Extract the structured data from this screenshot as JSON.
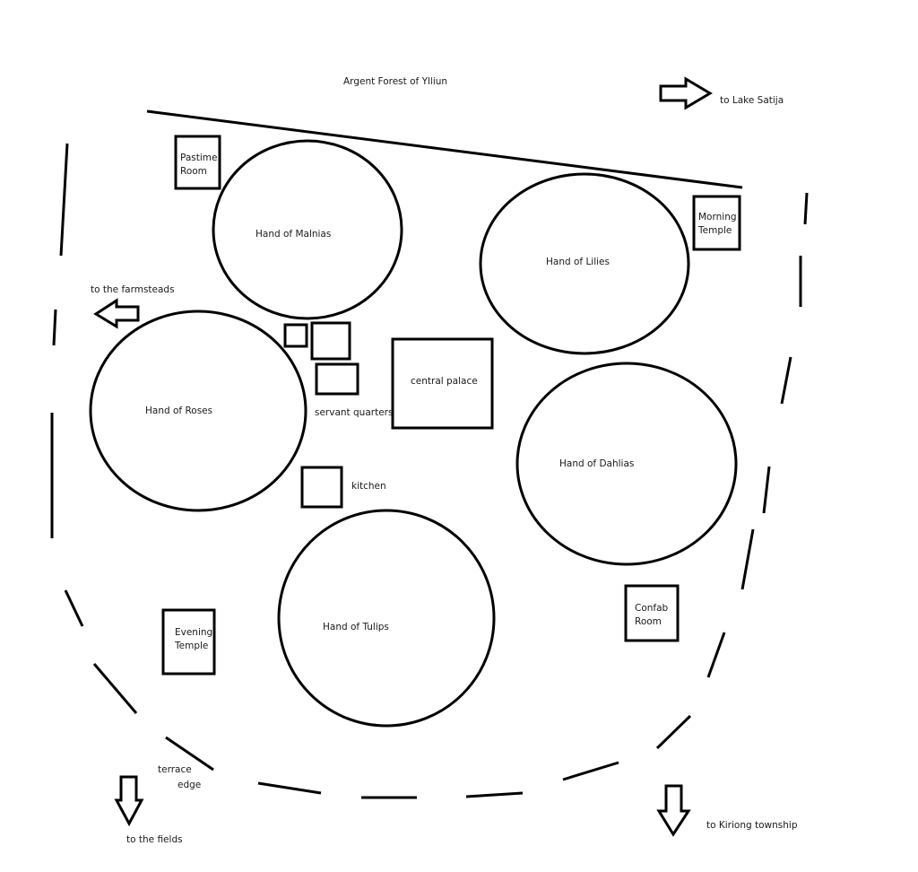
{
  "title": "Argent Forest of Ylliun",
  "districts": [
    {
      "name": "Hand of Malnias"
    },
    {
      "name": "Hand of Lilies"
    },
    {
      "name": "Hand of Roses"
    },
    {
      "name": "Hand of Dahlias"
    },
    {
      "name": "Hand of Tulips"
    }
  ],
  "buildings": {
    "pastime_room": [
      "Pastime",
      "Room"
    ],
    "morning_temple": [
      "Morning",
      "Temple"
    ],
    "evening_temple": [
      "Evening",
      "Temple"
    ],
    "confab_room": [
      "Confab",
      "Room"
    ],
    "central_palace": "central palace",
    "servant_quarters": "servant quarters",
    "kitchen": "kitchen"
  },
  "terrace_edge": [
    "terrace",
    "edge"
  ],
  "directions": {
    "lake": "to Lake Satija",
    "farmsteads": "to the farmsteads",
    "fields": "to the fields",
    "township": "to Kiriong township"
  }
}
